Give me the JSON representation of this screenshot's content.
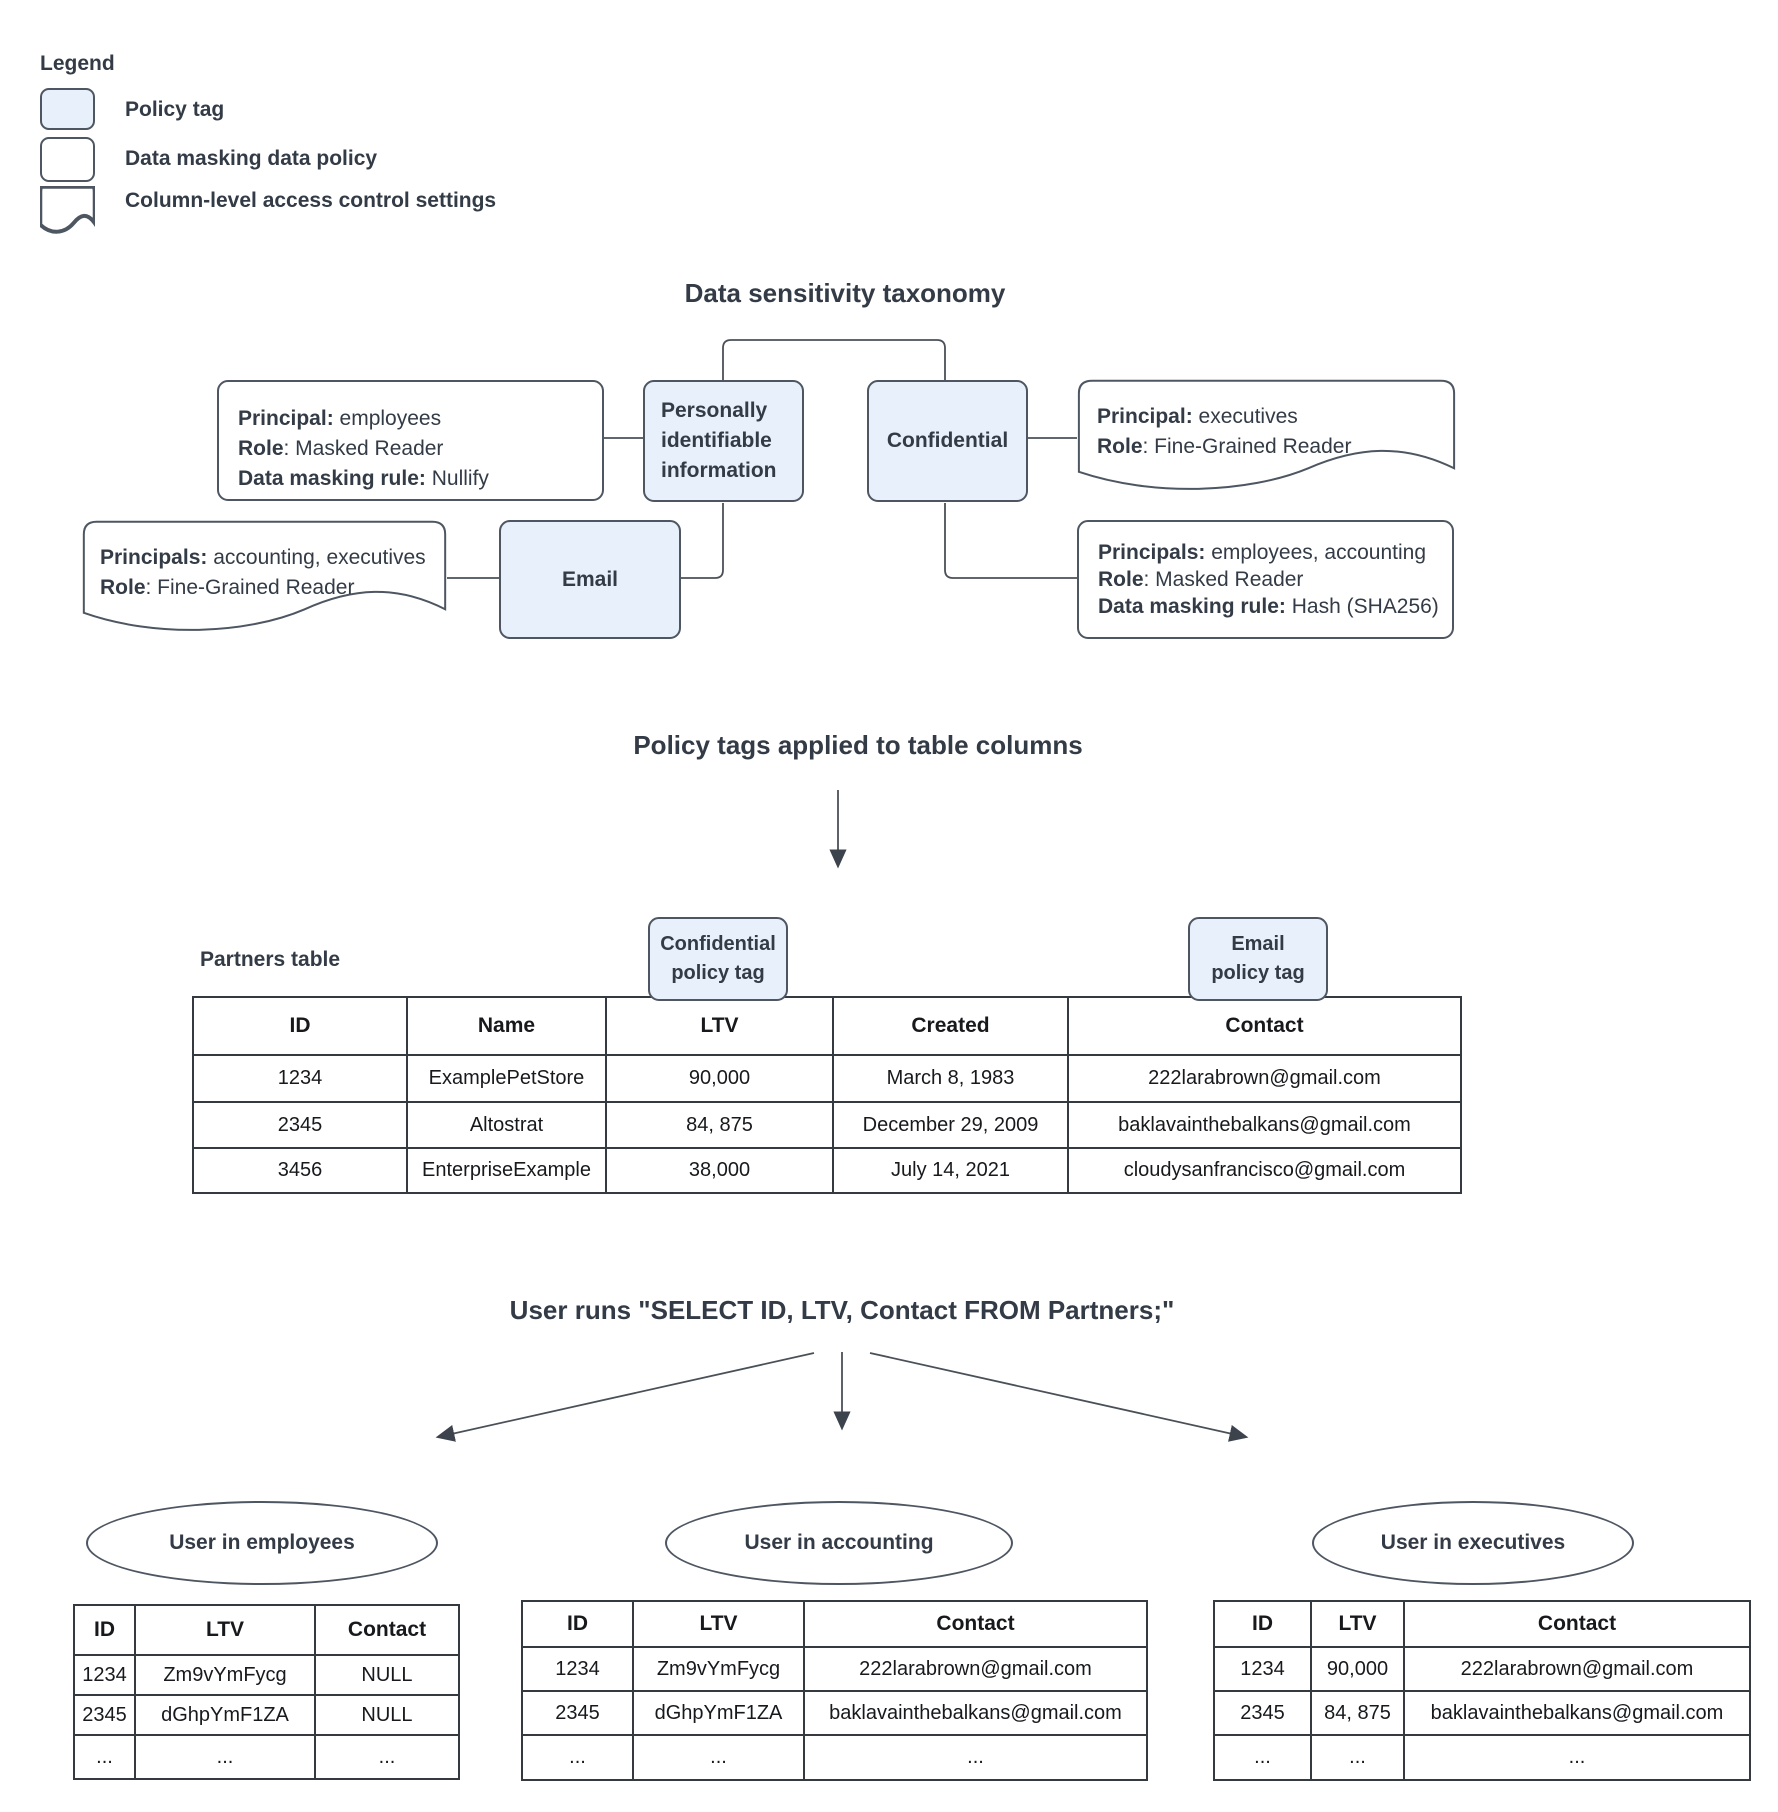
{
  "colors": {
    "policy_tag_fill": "#e8f1fb",
    "shape_border": "#4d5661",
    "table_border": "#343a40",
    "diagram_text": "#333b46",
    "table_text": "#17191c",
    "connector": "#4a5058"
  },
  "legend": {
    "title": "Legend",
    "items": [
      {
        "shape": "policy-tag-swatch",
        "label": "Policy tag"
      },
      {
        "shape": "rounded-rect-swatch",
        "label": "Data masking data policy"
      },
      {
        "shape": "document-swatch",
        "label": "Column-level access control settings"
      }
    ]
  },
  "taxonomy": {
    "title": "Data sensitivity taxonomy",
    "tags": {
      "pii": "Personally identifiable information",
      "confidential": "Confidential",
      "email": "Email"
    },
    "policies": {
      "employees_nullify": {
        "lines": [
          {
            "label": "Principal:",
            "value": " employees"
          },
          {
            "label": "Role",
            "value": ": Masked Reader"
          },
          {
            "label": "Data masking rule:",
            "value": " Nullify"
          }
        ]
      },
      "executives_finegrained": {
        "lines": [
          {
            "label": "Principal:",
            "value": " executives"
          },
          {
            "label": "Role",
            "value": ": Fine-Grained Reader"
          }
        ]
      },
      "accounting_executives_finegrained": {
        "lines": [
          {
            "label": "Principals:",
            "value": " accounting, executives"
          },
          {
            "label": "Role",
            "value": ": Fine-Grained Reader"
          }
        ]
      },
      "employees_accounting_hash": {
        "lines": [
          {
            "label": "Principals:",
            "value": " employees, accounting"
          },
          {
            "label": "Role",
            "value": ": Masked Reader"
          },
          {
            "label": "Data masking rule:",
            "value": " Hash (SHA256)"
          }
        ]
      }
    }
  },
  "policy_application": {
    "title": "Policy tags applied to table columns",
    "table_label": "Partners table",
    "column_tags": {
      "confidential": {
        "line1": "Confidential",
        "line2": "policy tag"
      },
      "email": {
        "line1": "Email",
        "line2": "policy tag"
      }
    },
    "partners_table": {
      "headers": [
        "ID",
        "Name",
        "LTV",
        "Created",
        "Contact"
      ],
      "rows": [
        [
          "1234",
          "ExamplePetStore",
          "90,000",
          "March 8, 1983",
          "222larabrown@gmail.com"
        ],
        [
          "2345",
          "Altostrat",
          "84, 875",
          "December 29, 2009",
          "baklavainthebalkans@gmail.com"
        ],
        [
          "3456",
          "EnterpriseExample",
          "38,000",
          "July 14, 2021",
          "cloudysanfrancisco@gmail.com"
        ]
      ]
    }
  },
  "query_results": {
    "title": "User runs \"SELECT ID, LTV, Contact FROM Partners;\"",
    "groups": [
      {
        "user_label": "User in employees",
        "headers": [
          "ID",
          "LTV",
          "Contact"
        ],
        "rows": [
          [
            "1234",
            "Zm9vYmFycg",
            "NULL"
          ],
          [
            "2345",
            "dGhpYmF1ZA",
            "NULL"
          ],
          [
            "...",
            "...",
            "..."
          ]
        ]
      },
      {
        "user_label": "User in accounting",
        "headers": [
          "ID",
          "LTV",
          "Contact"
        ],
        "rows": [
          [
            "1234",
            "Zm9vYmFycg",
            "222larabrown@gmail.com"
          ],
          [
            "2345",
            "dGhpYmF1ZA",
            "baklavainthebalkans@gmail.com"
          ],
          [
            "...",
            "...",
            "..."
          ]
        ]
      },
      {
        "user_label": "User in executives",
        "headers": [
          "ID",
          "LTV",
          "Contact"
        ],
        "rows": [
          [
            "1234",
            "90,000",
            "222larabrown@gmail.com"
          ],
          [
            "2345",
            "84, 875",
            "baklavainthebalkans@gmail.com"
          ],
          [
            "...",
            "...",
            "..."
          ]
        ]
      }
    ]
  }
}
